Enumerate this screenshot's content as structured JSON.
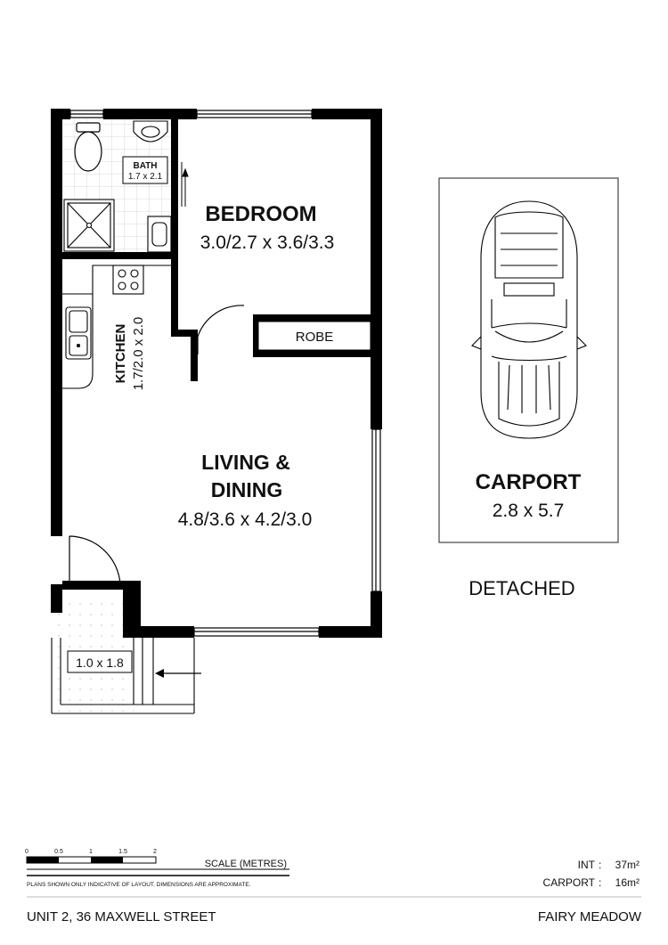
{
  "rooms": {
    "bedroom": {
      "name": "BEDROOM",
      "dims": "3.0/2.7 x 3.6/3.3"
    },
    "bath": {
      "name": "BATH",
      "dims": "1.7 x 2.1"
    },
    "kitchen": {
      "name": "KITCHEN",
      "dims": "1.7/2.0 x 2.0"
    },
    "robe": {
      "name": "ROBE"
    },
    "living": {
      "name_line1": "LIVING &",
      "name_line2": "DINING",
      "dims": "4.8/3.6 x 4.2/3.0"
    },
    "porch": {
      "dims": "1.0 x 1.8"
    },
    "carport": {
      "name": "CARPORT",
      "dims": "2.8 x 5.7"
    }
  },
  "detached_label": "DETACHED",
  "scale": {
    "ticks": [
      "0",
      "0.5",
      "1",
      "1.5",
      "2"
    ],
    "label": "SCALE (METRES)",
    "disclaimer": "PLANS SHOWN ONLY INDICATIVE OF LAYOUT.  DIMENSIONS ARE APPROXIMATE."
  },
  "areas": {
    "int_label": "INT",
    "int_value": "37m²",
    "carport_label": "CARPORT",
    "carport_value": "16m²"
  },
  "footer": {
    "address": "UNIT 2, 36 MAXWELL STREET",
    "suburb": "FAIRY MEADOW"
  },
  "icons": [
    "toilet-icon",
    "basin-icon",
    "shower-icon",
    "vanity-icon",
    "cooktop-icon",
    "sink-icon",
    "car-icon",
    "entry-arrow-icon"
  ]
}
